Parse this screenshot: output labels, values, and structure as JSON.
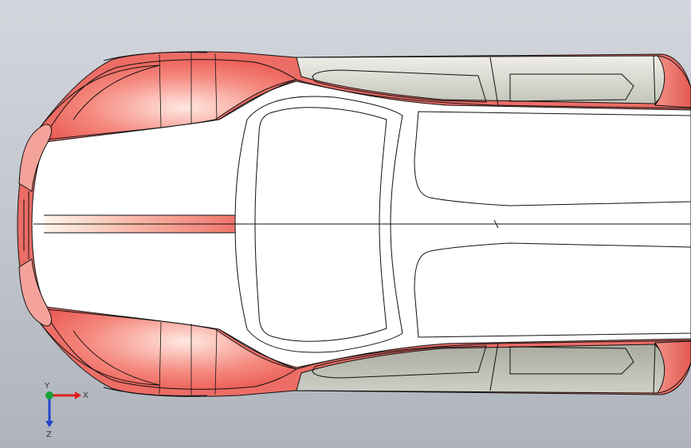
{
  "viewport": {
    "colors": {
      "background_top": "#d3d6dc",
      "background_bottom": "#aeb3bc",
      "body_red": "#f07a74",
      "body_highlight": "#ffe9df",
      "body_grey": "#b0b3a6",
      "panel_white": "#ffffff",
      "edge_line": "#111111"
    }
  },
  "model": {
    "view": "top",
    "description_parts": [
      "hood",
      "roof",
      "windshield",
      "side-windows",
      "front-fenders",
      "rear-quarters",
      "center-stripe"
    ]
  },
  "triad": {
    "x_label": "X",
    "y_label": "Y",
    "z_label": "Z",
    "x_color": "#e0201c",
    "y_color": "#1aa03a",
    "z_color": "#2244cc"
  }
}
